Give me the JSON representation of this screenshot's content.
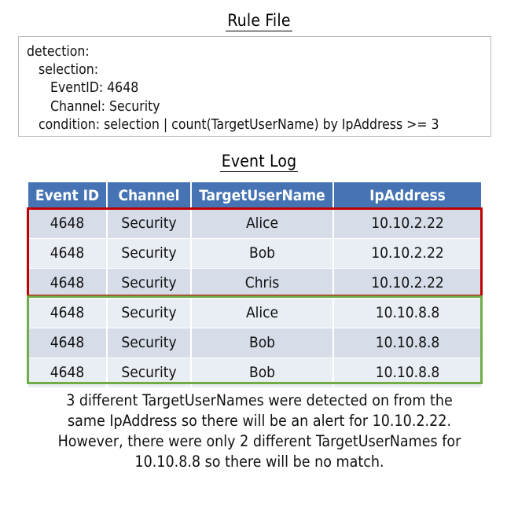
{
  "sections": {
    "rule_file_title": "Rule File",
    "event_log_title": "Event Log"
  },
  "rule_file": {
    "lines": [
      "detection:",
      "   selection:",
      "      EventID: 4648",
      "      Channel: Security",
      "   condition: selection | count(TargetUserName) by IpAddress >= 3"
    ]
  },
  "event_log": {
    "columns": [
      "Event ID",
      "Channel",
      "TargetUserName",
      "IpAddress"
    ],
    "rows": [
      {
        "event_id": "4648",
        "channel": "Security",
        "target_user_name": "Alice",
        "ip_address": "10.10.2.22"
      },
      {
        "event_id": "4648",
        "channel": "Security",
        "target_user_name": "Bob",
        "ip_address": "10.10.2.22"
      },
      {
        "event_id": "4648",
        "channel": "Security",
        "target_user_name": "Chris",
        "ip_address": "10.10.2.22"
      },
      {
        "event_id": "4648",
        "channel": "Security",
        "target_user_name": "Alice",
        "ip_address": "10.10.8.8"
      },
      {
        "event_id": "4648",
        "channel": "Security",
        "target_user_name": "Bob",
        "ip_address": "10.10.8.8"
      },
      {
        "event_id": "4648",
        "channel": "Security",
        "target_user_name": "Bob",
        "ip_address": "10.10.8.8"
      }
    ]
  },
  "highlights": {
    "match_group_color": "#c00000",
    "nomatch_group_color": "#70ad47",
    "match_group_rows": [
      0,
      1,
      2
    ],
    "nomatch_group_rows": [
      3,
      4,
      5
    ]
  },
  "colors": {
    "header_background": "#4573b4",
    "header_text": "#ffffff",
    "row_band_dark": "#d6dce8",
    "row_band_light": "#e9edf4",
    "rule_box_border": "#b9b9b9"
  },
  "caption": {
    "text": "3 different TargetUserNames were detected on from the same IpAddress so there will be an alert for 10.10.2.22. However, there were only 2 different TargetUserNames for 10.10.8.8 so there will be no match."
  }
}
